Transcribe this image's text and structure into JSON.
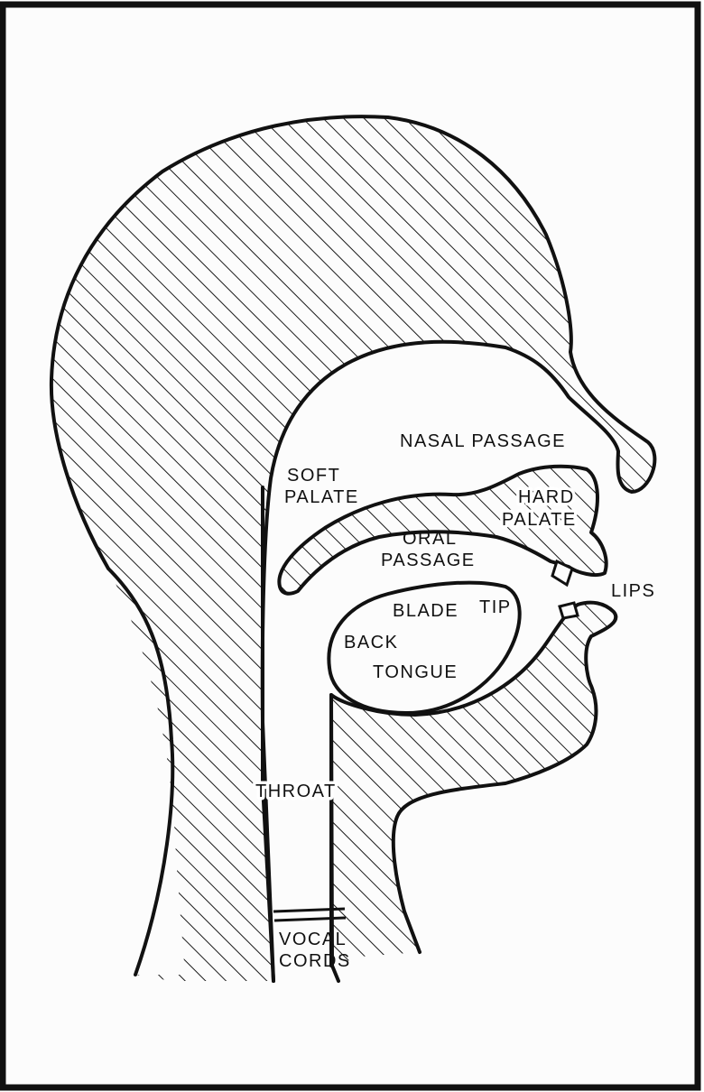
{
  "colors": {
    "ink": "#111111",
    "paper": "#fcfcfc",
    "hatch": "#1a1a1a"
  },
  "labels": {
    "nasal_passage": "NASAL PASSAGE",
    "soft_palate_1": "SOFT",
    "soft_palate_2": "PALATE",
    "hard_palate_1": "HARD",
    "hard_palate_2": "PALATE",
    "oral_passage_1": "ORAL",
    "oral_passage_2": "PASSAGE",
    "blade": "BLADE",
    "tip": "TIP",
    "lips": "LIPS",
    "back": "BACK",
    "tongue": "TONGUE",
    "throat": "THROAT",
    "vocal_cords_1": "VOCAL",
    "vocal_cords_2": "CORDS"
  }
}
